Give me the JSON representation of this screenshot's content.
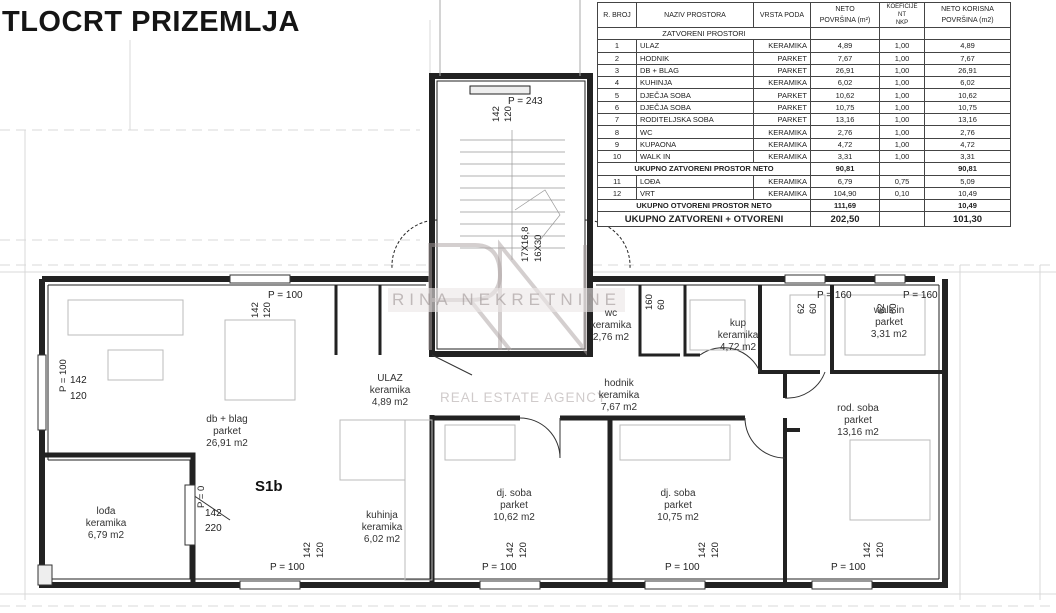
{
  "title": "TLOCRT PRIZEMLJA",
  "watermark": {
    "brand": "RINA NEKRETNINE",
    "tagline": "REAL ESTATE AGENCY",
    "monogram": "RN"
  },
  "unit_label": "S1b",
  "rooms": {
    "ulaz": {
      "name": "ULAZ",
      "floor": "keramika",
      "area": "4,89 m2"
    },
    "db_blag": {
      "name": "db + blag",
      "floor": "parket",
      "area": "26,91 m2"
    },
    "hodnik": {
      "name": "hodnik",
      "floor": "keramika",
      "area": "7,67 m2"
    },
    "rod_soba": {
      "name": "rod. soba",
      "floor": "parket",
      "area": "13,16 m2"
    },
    "dj_soba_1": {
      "name": "dj. soba",
      "floor": "parket",
      "area": "10,62 m2"
    },
    "dj_soba_2": {
      "name": "dj. soba",
      "floor": "parket",
      "area": "10,75 m2"
    },
    "kuhinja": {
      "name": "kuhinja",
      "floor": "keramika",
      "area": "6,02 m2"
    },
    "lodja": {
      "name": "lođa",
      "floor": "keramika",
      "area": "6,79 m2"
    },
    "wc": {
      "name": "wc",
      "floor": "keramika",
      "area": "2,76 m2"
    },
    "kup": {
      "name": "kup",
      "floor": "keramika",
      "area": "4,72 m2"
    },
    "walk_in": {
      "name": "walk in",
      "floor": "parket",
      "area": "3,31 m2"
    }
  },
  "dims": {
    "p100": "P = 100",
    "p160": "P = 160",
    "p243": "P = 243",
    "p0": "P = 0",
    "h142": "142",
    "h120": "120",
    "h220": "220",
    "h62": "62",
    "h60": "60",
    "h160": "160",
    "stair_a": "17X16,8",
    "stair_b": "16X30"
  },
  "table": {
    "headers": {
      "r_broj": "R. BROJ",
      "naziv": "NAZIV PROSTORA",
      "vrsta": "VRSTA PODA",
      "neto": "NETO",
      "neto2": "POVRŠINA (m²)",
      "koef1": "KOEFICIJE",
      "koef2": "NT",
      "koef3": "NKP",
      "korisna": "NETO KORISNA",
      "korisna2": "POVRŠINA (m2)"
    },
    "section_closed": "ZATVORENI PROSTORI",
    "rows_closed": [
      {
        "no": "1",
        "name": "ULAZ",
        "floor": "KERAMIKA",
        "net": "4,89",
        "k": "1,00",
        "use": "4,89"
      },
      {
        "no": "2",
        "name": "HODNIK",
        "floor": "PARKET",
        "net": "7,67",
        "k": "1,00",
        "use": "7,67"
      },
      {
        "no": "3",
        "name": "DB + BLAG",
        "floor": "PARKET",
        "net": "26,91",
        "k": "1,00",
        "use": "26,91"
      },
      {
        "no": "4",
        "name": "KUHINJA",
        "floor": "KERAMIKA",
        "net": "6,02",
        "k": "1,00",
        "use": "6,02"
      },
      {
        "no": "5",
        "name": "DJEČJA SOBA",
        "floor": "PARKET",
        "net": "10,62",
        "k": "1,00",
        "use": "10,62"
      },
      {
        "no": "6",
        "name": "DJEČJA SOBA",
        "floor": "PARKET",
        "net": "10,75",
        "k": "1,00",
        "use": "10,75"
      },
      {
        "no": "7",
        "name": "RODITELJSKA SOBA",
        "floor": "PARKET",
        "net": "13,16",
        "k": "1,00",
        "use": "13,16"
      },
      {
        "no": "8",
        "name": "WC",
        "floor": "KERAMIKA",
        "net": "2,76",
        "k": "1,00",
        "use": "2,76"
      },
      {
        "no": "9",
        "name": "KUPAONA",
        "floor": "KERAMIKA",
        "net": "4,72",
        "k": "1,00",
        "use": "4,72"
      },
      {
        "no": "10",
        "name": "WALK IN",
        "floor": "KERAMIKA",
        "net": "3,31",
        "k": "1,00",
        "use": "3,31"
      }
    ],
    "total_closed": {
      "label": "UKUPNO ZATVORENI PROSTOR NETO",
      "net": "90,81",
      "use": "90,81"
    },
    "rows_open": [
      {
        "no": "11",
        "name": "LOĐA",
        "floor": "KERAMIKA",
        "net": "6,79",
        "k": "0,75",
        "use": "5,09"
      },
      {
        "no": "12",
        "name": "VRT",
        "floor": "KERAMIKA",
        "net": "104,90",
        "k": "0,10",
        "use": "10,49"
      }
    ],
    "total_open": {
      "label": "UKUPNO OTVORENI PROSTOR NETO",
      "net": "111,69",
      "use": "10,49"
    },
    "grand_total": {
      "label": "UKUPNO ZATVORENI + OTVORENI",
      "net": "202,50",
      "use": "101,30"
    }
  }
}
